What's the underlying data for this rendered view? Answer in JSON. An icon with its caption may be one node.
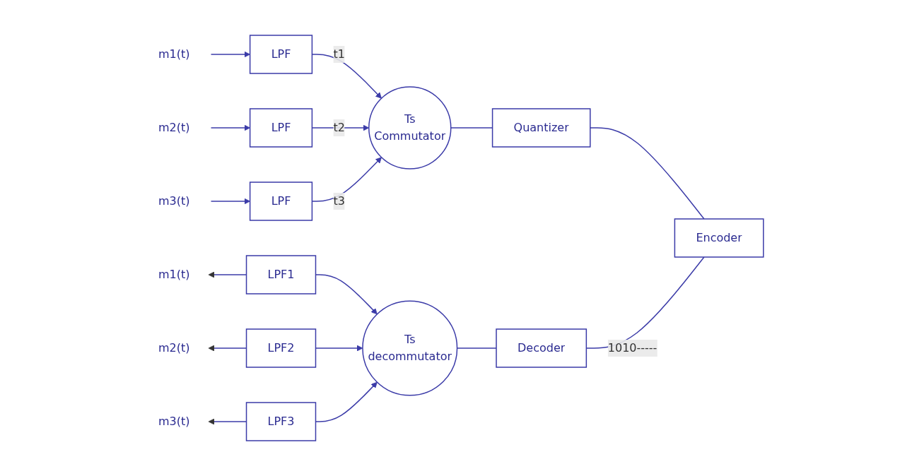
{
  "diagram": {
    "nodes": [
      {
        "text": [
          "m1(t)"
        ]
      },
      {
        "text": [
          "LPF"
        ]
      },
      {
        "text": [
          "m2(t)"
        ]
      },
      {
        "text": [
          "LPF"
        ]
      },
      {
        "text": [
          "m3(t)"
        ]
      },
      {
        "text": [
          "LPF"
        ]
      },
      {
        "text": [
          "Ts",
          "Commutator"
        ]
      },
      {
        "text": [
          "Quantizer"
        ]
      },
      {
        "text": [
          "Encoder"
        ]
      },
      {
        "text": [
          "Decoder"
        ]
      },
      {
        "text": [
          "Ts",
          "decommutator"
        ]
      },
      {
        "text": [
          "LPF1"
        ]
      },
      {
        "text": [
          "LPF2"
        ]
      },
      {
        "text": [
          "LPF3"
        ]
      },
      {
        "text": [
          "m1(t)"
        ]
      },
      {
        "text": [
          "m2(t)"
        ]
      },
      {
        "text": [
          "m3(t)"
        ]
      }
    ],
    "edges": [
      {
        "from": 0,
        "to": 1,
        "arrow": "to"
      },
      {
        "from": 2,
        "to": 3,
        "arrow": "to"
      },
      {
        "from": 4,
        "to": 5,
        "arrow": "to"
      },
      {
        "from": 1,
        "to": 6,
        "arrow": "to",
        "label": "t1"
      },
      {
        "from": 3,
        "to": 6,
        "arrow": "to",
        "label": "t2"
      },
      {
        "from": 5,
        "to": 6,
        "arrow": "to",
        "label": "t3"
      },
      {
        "from": 6,
        "to": 7,
        "arrow": "none"
      },
      {
        "from": 7,
        "to": 8,
        "arrow": "none"
      },
      {
        "from": 8,
        "to": 9,
        "arrow": "none",
        "label": "1010-----"
      },
      {
        "from": 9,
        "to": 10,
        "arrow": "none"
      },
      {
        "from": 11,
        "to": 10,
        "arrow": "to"
      },
      {
        "from": 12,
        "to": 10,
        "arrow": "to"
      },
      {
        "from": 13,
        "to": 10,
        "arrow": "to"
      },
      {
        "from": 11,
        "to": 14,
        "arrow": "to"
      },
      {
        "from": 12,
        "to": 15,
        "arrow": "to"
      },
      {
        "from": 13,
        "to": 16,
        "arrow": "to"
      }
    ]
  }
}
